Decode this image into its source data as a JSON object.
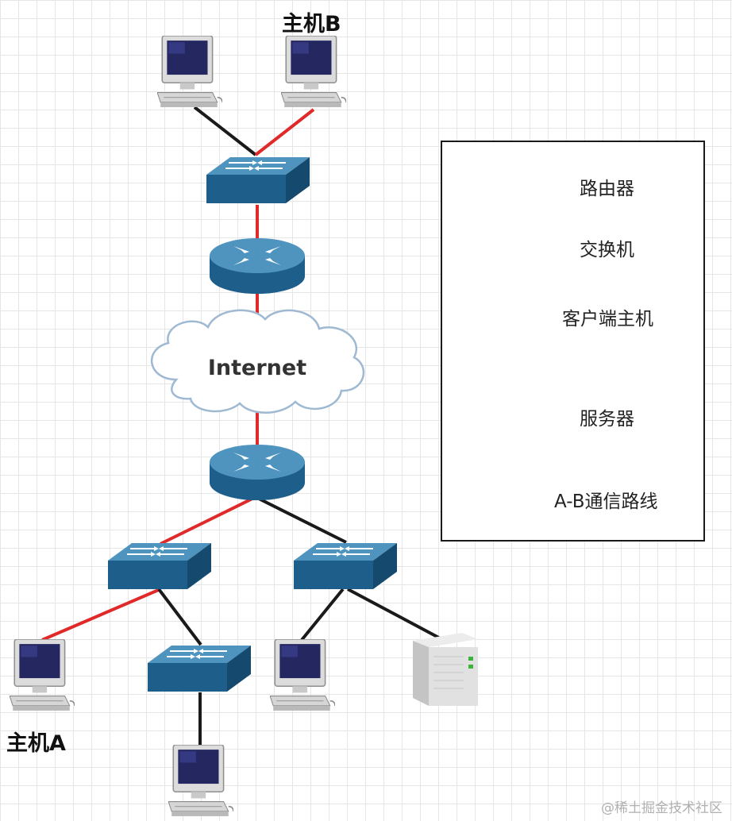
{
  "labels": {
    "host_b": "主机B",
    "host_a": "主机A",
    "internet": "Internet"
  },
  "legend": {
    "router": "路由器",
    "switch": "交换机",
    "client_host": "客户端主机",
    "server": "服务器",
    "ab_path": "A-B通信路线"
  },
  "watermark": "@稀土掘金技术社区",
  "colors": {
    "ab_path_line": "#e02a2a",
    "normal_line": "#1a1a1a",
    "device_blue": "#1f5f8c",
    "monitor_screen": "#242760"
  }
}
